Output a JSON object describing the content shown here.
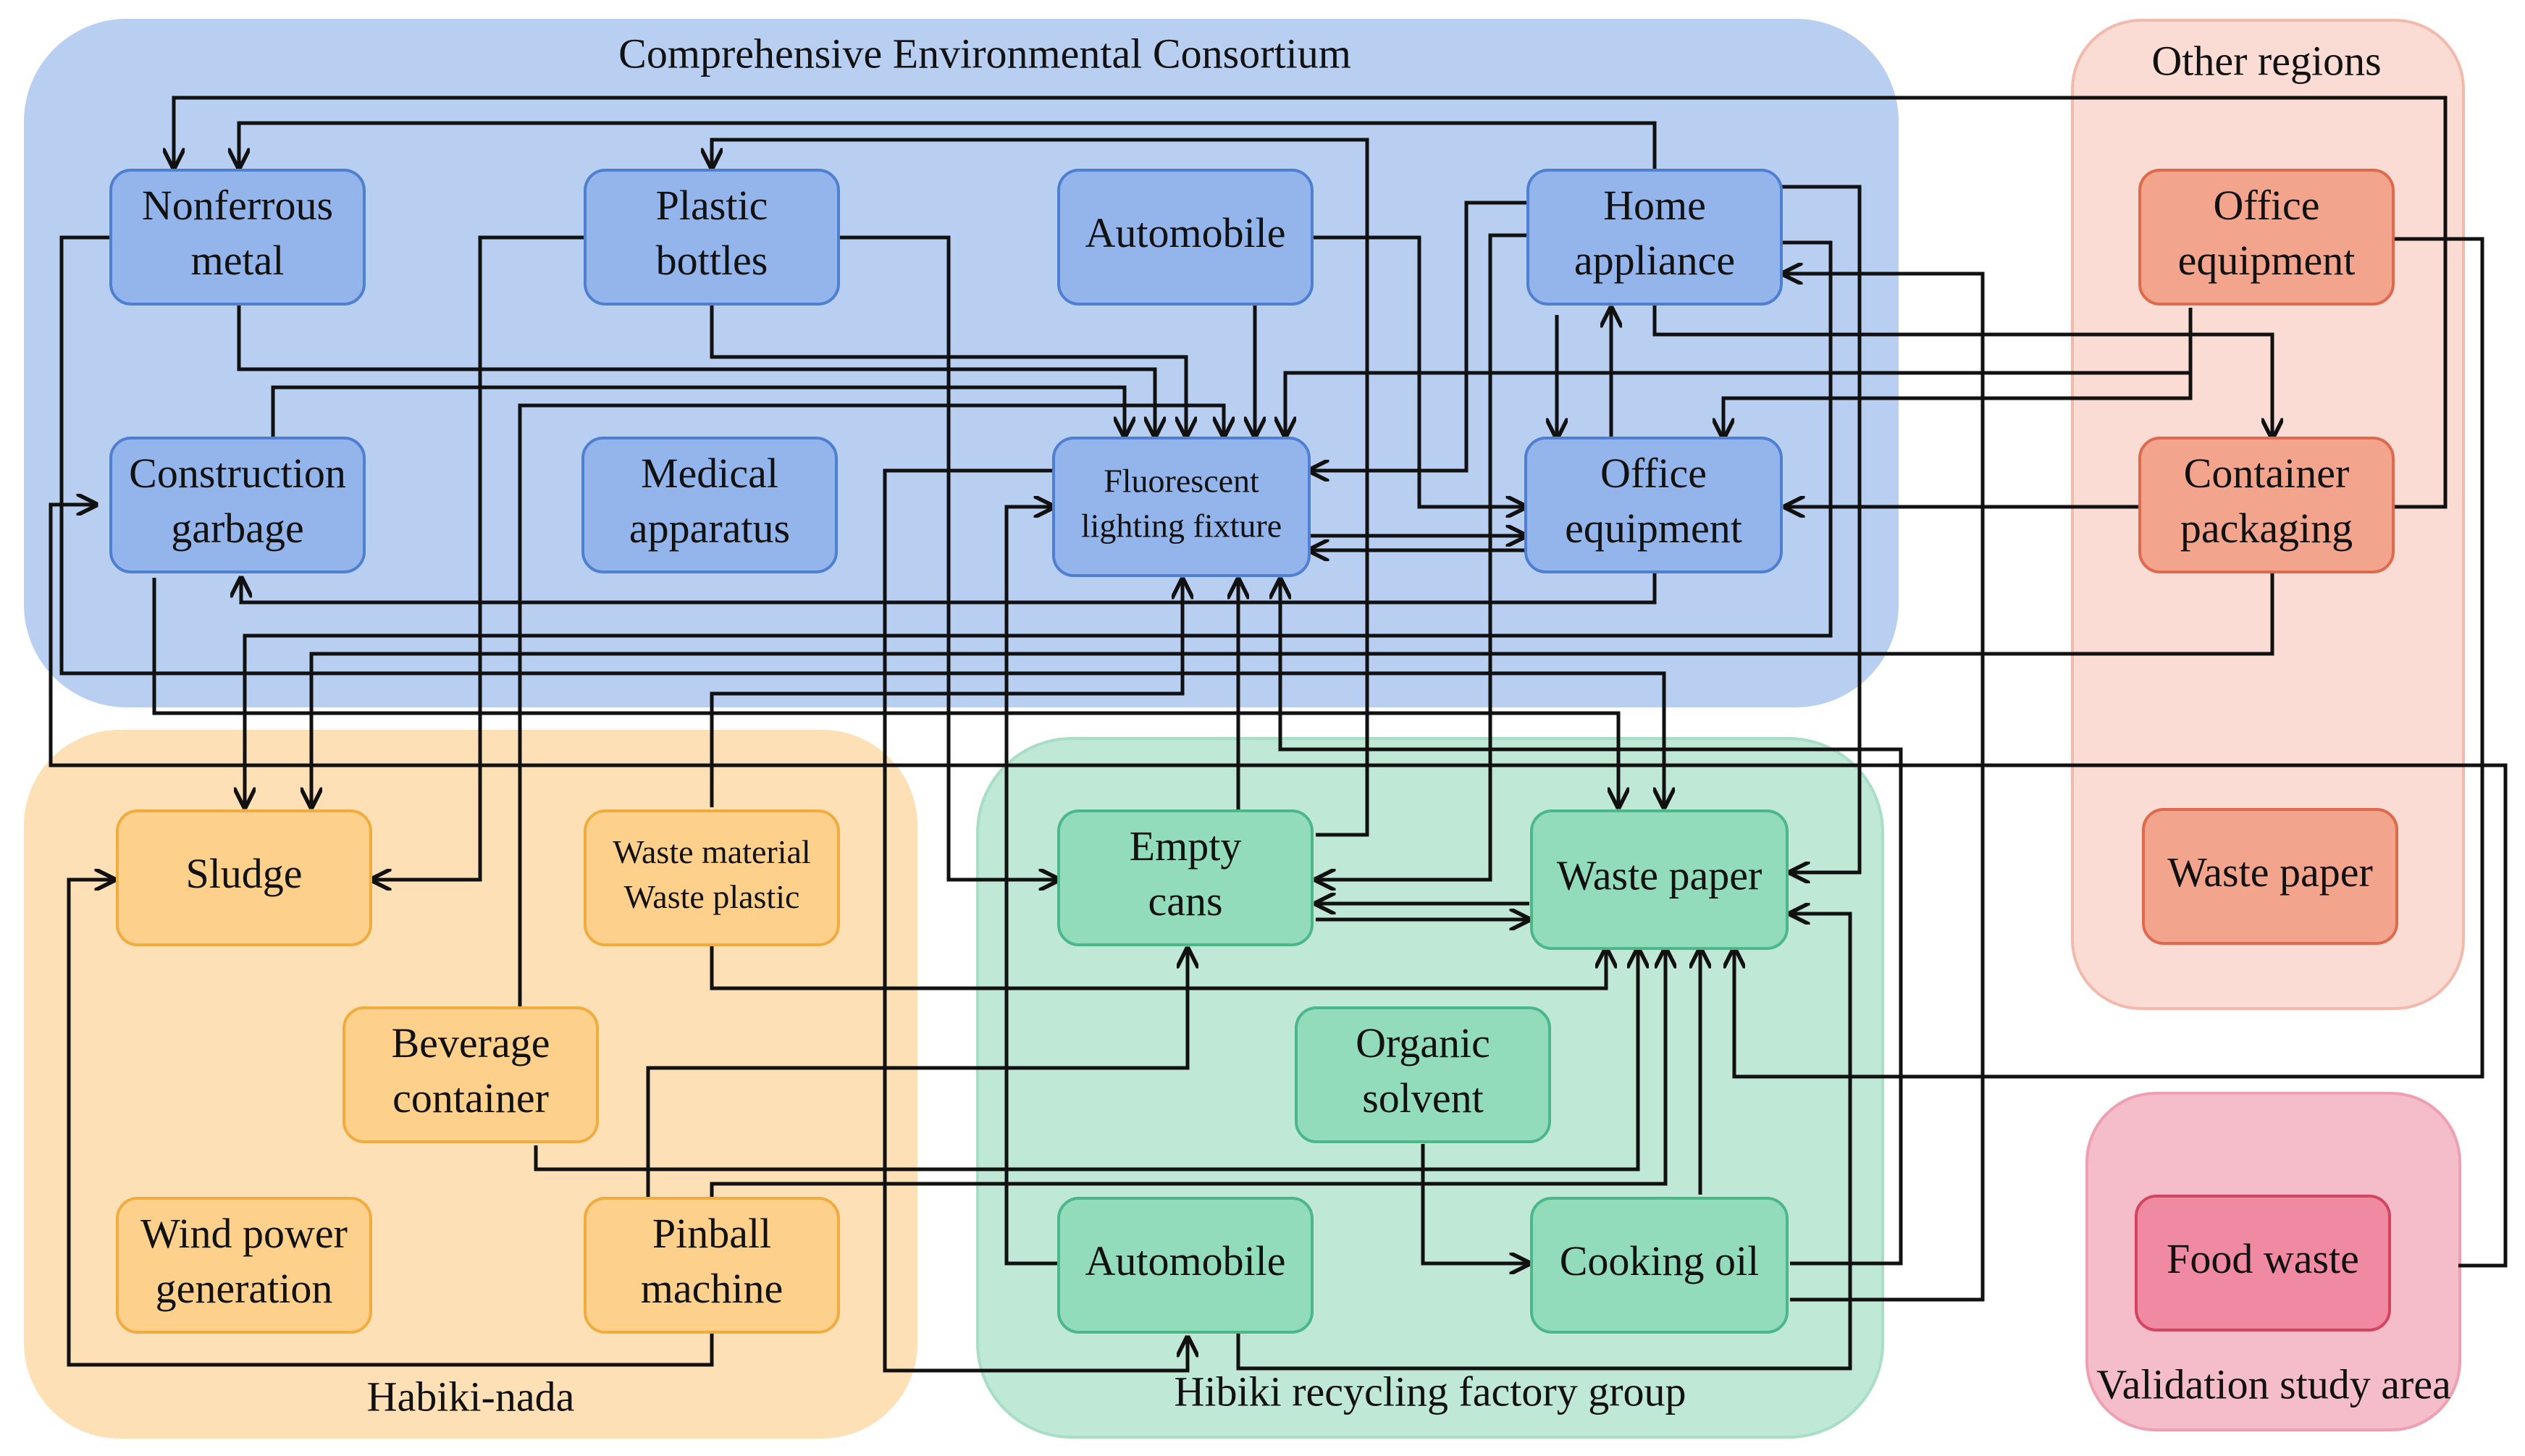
{
  "groups": {
    "consortium": {
      "label": "Comprehensive Environmental Consortium",
      "fill": "#b8cff2",
      "stroke": "#b8cff2"
    },
    "other_regions": {
      "label": "Other regions",
      "fill": "#fbdcd4",
      "stroke": "#f3b9aa"
    },
    "habiki_nada": {
      "label": "Habiki-nada",
      "fill": "#fde0b5",
      "stroke": "#fde0b5"
    },
    "hibiki_factory": {
      "label": "Hibiki recycling factory group",
      "fill": "#bfe8d6",
      "stroke": "#a9dec6"
    },
    "validation": {
      "label": "Validation study area",
      "fill": "#f5bcc9",
      "stroke": "#ef9fb2"
    }
  },
  "nodes": {
    "nonferrous_metal": {
      "lines": [
        "Nonferrous",
        "metal"
      ]
    },
    "plastic_bottles": {
      "lines": [
        "Plastic",
        "bottles"
      ]
    },
    "automobile_top": {
      "lines": [
        "Automobile"
      ]
    },
    "home_appliance": {
      "lines": [
        "Home",
        "appliance"
      ]
    },
    "construction_garbage": {
      "lines": [
        "Construction",
        "garbage"
      ]
    },
    "medical_apparatus": {
      "lines": [
        "Medical",
        "apparatus"
      ]
    },
    "fluorescent_lighting": {
      "lines": [
        "Fluorescent",
        "lighting fixture"
      ]
    },
    "office_equipment_top": {
      "lines": [
        "Office",
        "equipment"
      ]
    },
    "office_equipment_other": {
      "lines": [
        "Office",
        "equipment"
      ]
    },
    "container_packaging": {
      "lines": [
        "Container",
        "packaging"
      ]
    },
    "waste_paper_other": {
      "lines": [
        "Waste paper"
      ]
    },
    "sludge": {
      "lines": [
        "Sludge"
      ]
    },
    "waste_material_plastic": {
      "lines": [
        "Waste material",
        "Waste plastic"
      ]
    },
    "beverage_container": {
      "lines": [
        "Beverage",
        "container"
      ]
    },
    "wind_power": {
      "lines": [
        "Wind power",
        "generation"
      ]
    },
    "pinball_machine": {
      "lines": [
        "Pinball",
        "machine"
      ]
    },
    "empty_cans": {
      "lines": [
        "Empty",
        "cans"
      ]
    },
    "waste_paper_hibiki": {
      "lines": [
        "Waste paper"
      ]
    },
    "organic_solvent": {
      "lines": [
        "Organic",
        "solvent"
      ]
    },
    "automobile_hibiki": {
      "lines": [
        "Automobile"
      ]
    },
    "cooking_oil": {
      "lines": [
        "Cooking oil"
      ]
    },
    "food_waste": {
      "lines": [
        "Food waste"
      ]
    }
  },
  "styles": {
    "blue": {
      "fill": "#93b5ec",
      "stroke": "#4f7fd0"
    },
    "salmon": {
      "fill": "#f2a48d",
      "stroke": "#dd6a4d"
    },
    "orange": {
      "fill": "#fdd08c",
      "stroke": "#f0ac3f"
    },
    "green": {
      "fill": "#93dcbb",
      "stroke": "#4cb88a"
    },
    "pink": {
      "fill": "#f08aa2",
      "stroke": "#d2445f"
    },
    "edge": "#111111"
  }
}
